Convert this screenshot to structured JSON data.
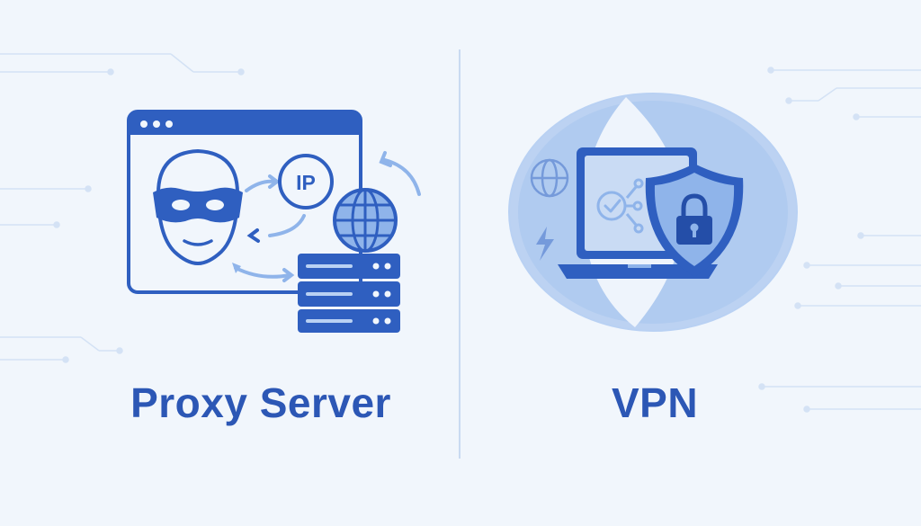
{
  "colors": {
    "background": "#f1f6fc",
    "primary": "#2f5fc0",
    "primary_dark": "#244ea8",
    "accent_light": "#8fb4ea",
    "accent_soft": "#b9d1f3",
    "title": "#2c57b5"
  },
  "proxy": {
    "title": "Proxy Server",
    "ip_label": "IP",
    "icons": [
      "browser-window-icon",
      "masked-user-icon",
      "ip-badge-icon",
      "globe-icon",
      "server-stack-icon",
      "arrows-icon"
    ]
  },
  "vpn": {
    "title": "VPN",
    "icons": [
      "tunnel-ring-icon",
      "laptop-icon",
      "shield-lock-icon",
      "check-network-icon",
      "globe-icon",
      "lightning-icon"
    ]
  }
}
